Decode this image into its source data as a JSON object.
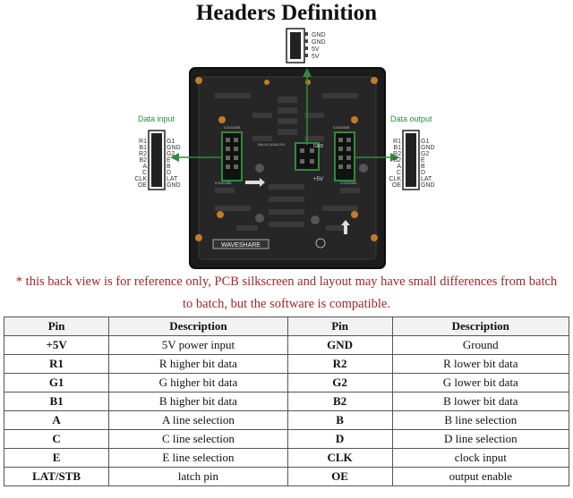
{
  "title": "Headers Definition",
  "top_connector_labels": [
    "GND",
    "GND",
    "5V",
    "5V"
  ],
  "input": {
    "label": "Data input",
    "left_pins": [
      "R1",
      "B1",
      "R2",
      "B2",
      "A",
      "C",
      "CLK",
      "OE"
    ],
    "right_pins": [
      "G1",
      "GND",
      "G2",
      "E",
      "B",
      "D",
      "LAT",
      "GND"
    ]
  },
  "output": {
    "label": "Data output",
    "left_pins": [
      "R1",
      "B1",
      "R2",
      "B2",
      "A",
      "C",
      "CLK",
      "OE"
    ],
    "right_pins": [
      "G1",
      "GND",
      "G2",
      "E",
      "B",
      "D",
      "LAT",
      "GND"
    ]
  },
  "board": {
    "brand": "WAVESHARE",
    "plus5v_label": "+5V",
    "gnd_label": "GND",
    "small_codes": [
      "ICN2038S",
      "ICN2038S",
      "ICN2038S",
      "ICN2038S",
      "W6-01-0004-020"
    ]
  },
  "colors": {
    "accent": "#2e8b3a",
    "note": "#a0282a",
    "board": "#1c1c1c"
  },
  "note_line1": "* this back view is for reference only, PCB silkscreen and layout may have small differences from batch",
  "note_line2": "to batch, but the software is compatible.",
  "table": {
    "headers": [
      "Pin",
      "Description",
      "Pin",
      "Description"
    ],
    "rows": [
      [
        "+5V",
        "5V power input",
        "GND",
        "Ground"
      ],
      [
        "R1",
        "R higher bit data",
        "R2",
        "R lower bit data"
      ],
      [
        "G1",
        "G higher bit data",
        "G2",
        "G lower bit data"
      ],
      [
        "B1",
        "B higher bit data",
        "B2",
        "B lower bit data"
      ],
      [
        "A",
        "A line selection",
        "B",
        "B line selection"
      ],
      [
        "C",
        "C line selection",
        "D",
        "D line selection"
      ],
      [
        "E",
        "E line selection",
        "CLK",
        "clock input"
      ],
      [
        "LAT/STB",
        "latch pin",
        "OE",
        "output enable"
      ]
    ]
  }
}
